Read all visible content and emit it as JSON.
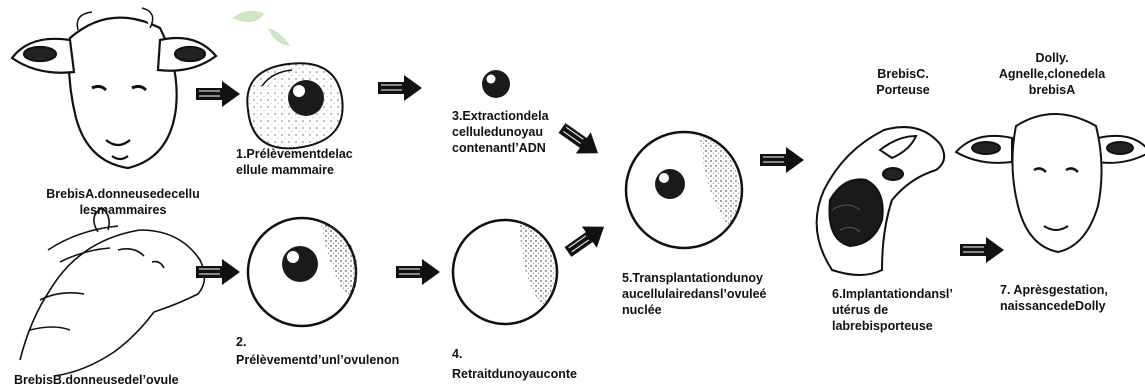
{
  "labels": {
    "sheep_a": "BrebisA.donneusedecellu\nlesmammaires",
    "step1": "1.Prélèvementdelac\nellule mammaire",
    "step3": "3.Extractiondela\ncelluledunoyau\ncontenantl’ADN",
    "sheep_c": "BrebisC.\nPorteuse",
    "dolly": "Dolly.\nAgnelle,clonedela\nbrebisA",
    "step5": "5.Transplantationdunoy\naucellulairedansl’ovuleé\nnuclée",
    "step6": "6.Implantationdansl’\nutérus de\nlabrebisporteuse",
    "step7": "7. Aprèsgestation,\nnaissancedeDolly",
    "sheep_b": "BrebisB.donneusedel’ovule",
    "step2_num": "2.",
    "step2": "Prélèvementd’unl’ovulenon",
    "step4_num": "4.",
    "step4": "Retraitdunoyauconte"
  },
  "colors": {
    "ink": "#111111",
    "watermark": "#cde6c4",
    "stipple": "#555555"
  },
  "icons": [
    "sheep-a-head",
    "sheep-b-head",
    "sheep-c-head",
    "dolly-lamb-head",
    "arrow-icon"
  ]
}
